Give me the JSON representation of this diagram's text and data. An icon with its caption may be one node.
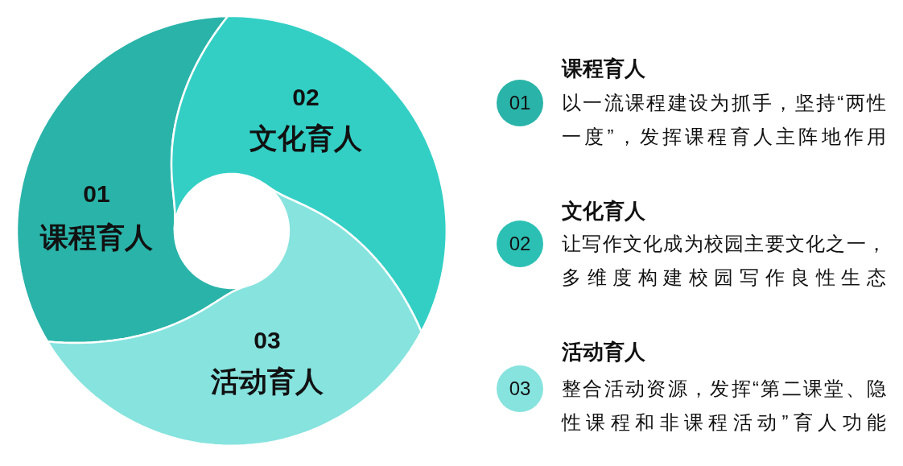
{
  "diagram": {
    "nodes": [
      {
        "text": [
          "01",
          "课程育人"
        ]
      },
      {
        "text": [
          "02",
          "文化育人"
        ]
      },
      {
        "text": [
          "03",
          "活动育人"
        ]
      },
      {
        "text": [
          "01"
        ],
        "beside": [
          "课程育人",
          "以一流课程建设为抓手，坚持“两性一度”，发挥课程育人主阵地作用"
        ]
      },
      {
        "text": [
          "02"
        ],
        "beside": [
          "文化育人",
          "让写作文化成为校园主要文化之一，多维度构建校园写作良性生态"
        ]
      },
      {
        "text": [
          "03"
        ],
        "beside": [
          "活动育人",
          "整合活动资源，发挥“第二课堂、隐性课程和非课程活动”育人功能"
        ]
      }
    ]
  }
}
